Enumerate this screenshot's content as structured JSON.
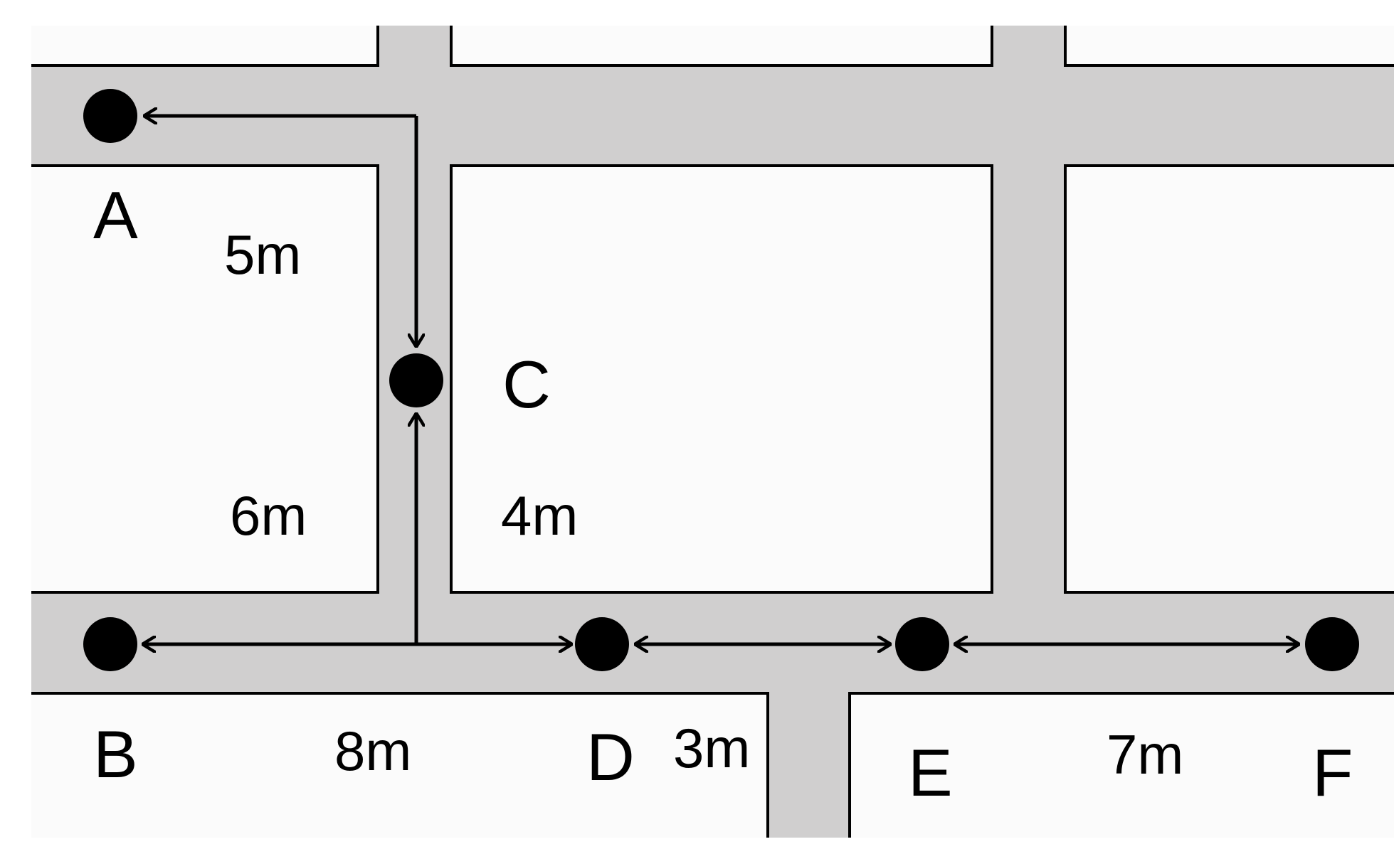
{
  "colors": {
    "road": "#d0cfcf",
    "block": "#fbfbfb",
    "line": "#000000"
  },
  "points": {
    "A": "A",
    "B": "B",
    "C": "C",
    "D": "D",
    "E": "E",
    "F": "F"
  },
  "distances": {
    "A_C": "5m",
    "B_C": "6m",
    "C_D": "4m",
    "B_D": "8m",
    "D_E": "3m",
    "E_F": "7m"
  }
}
